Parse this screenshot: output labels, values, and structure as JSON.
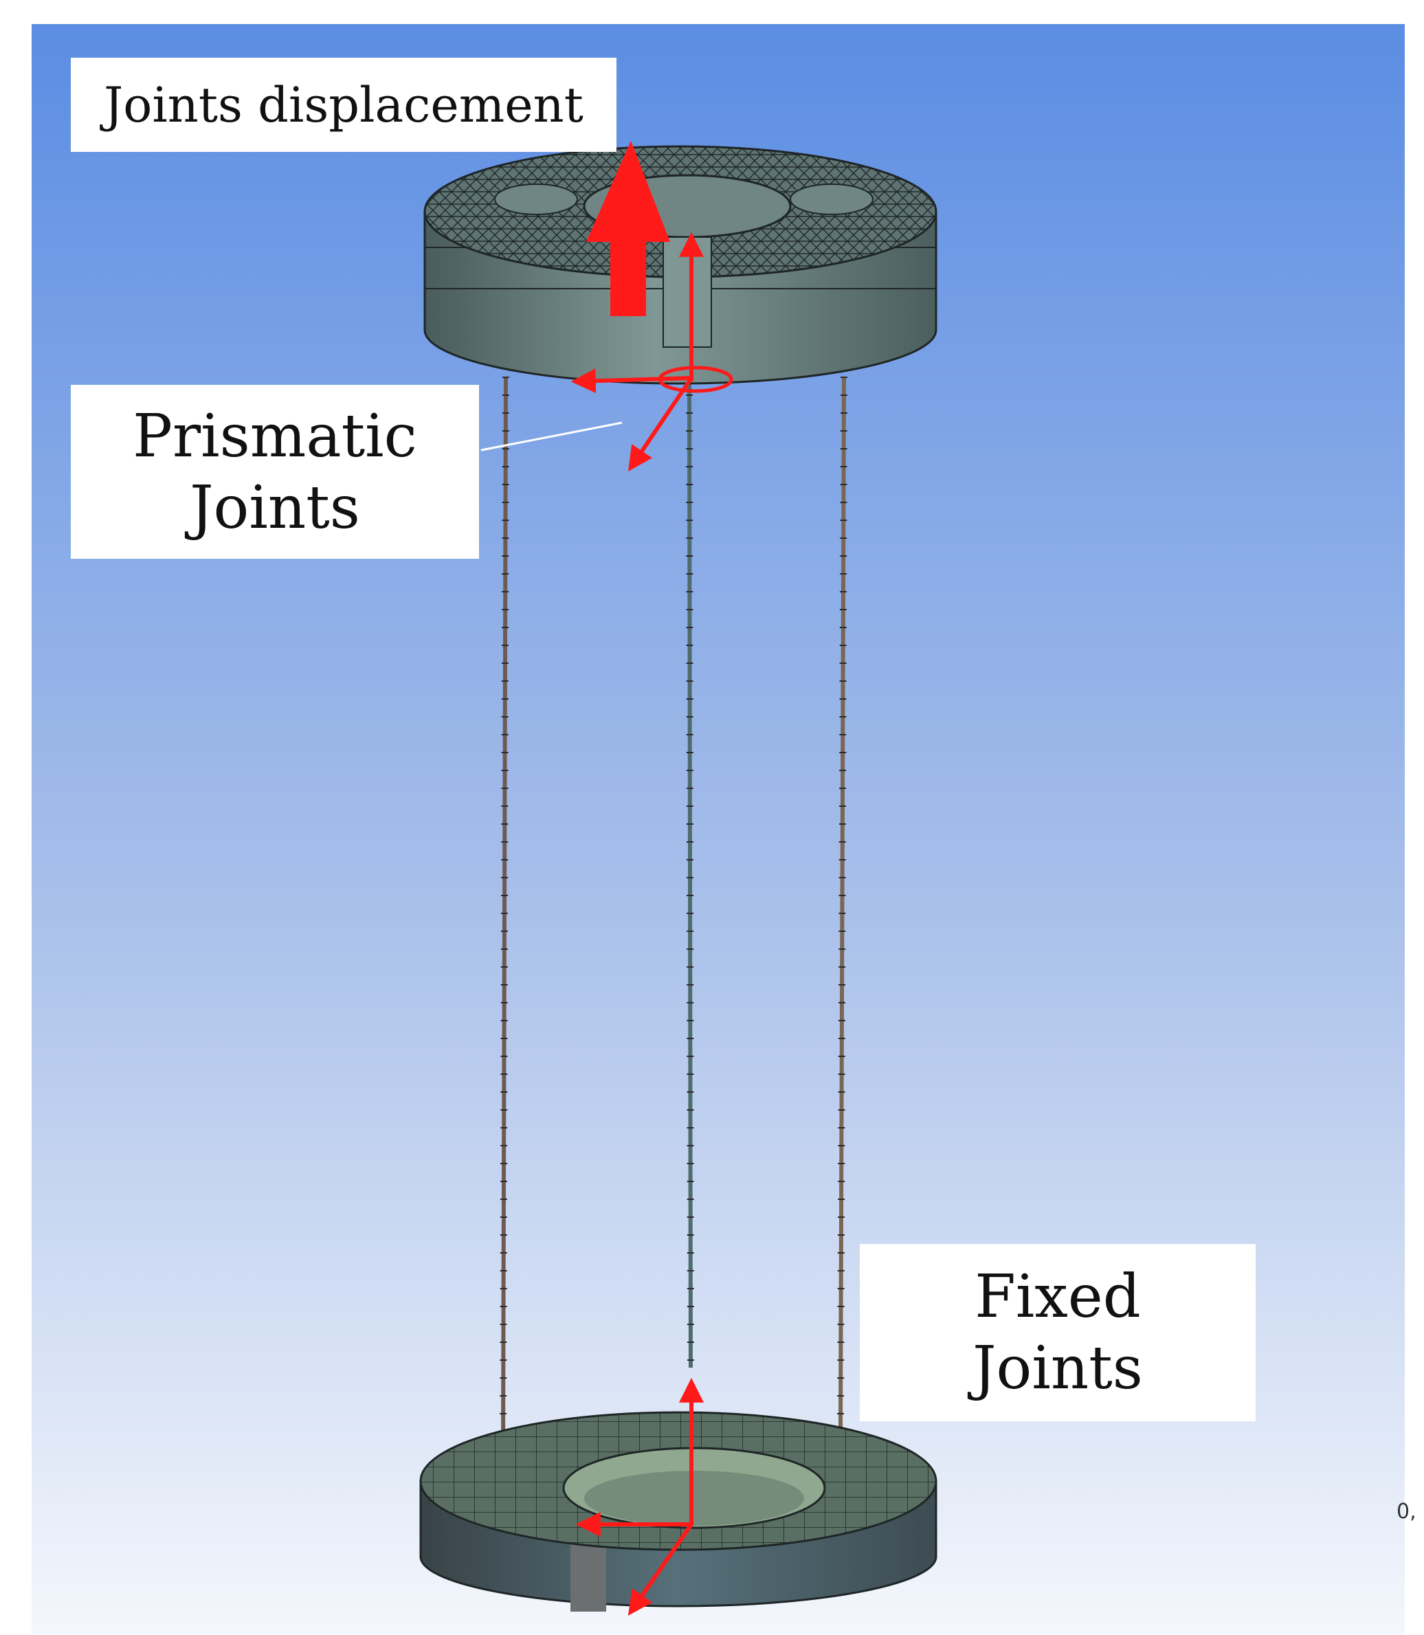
{
  "labels": {
    "joints_displacement": "Joints displacement",
    "prismatic_line1": "Prismatic",
    "prismatic_line2": "Joints",
    "fixed_line1": "Fixed",
    "fixed_line2": "Joints",
    "corner_mark": "0,"
  },
  "colors": {
    "sky_top": "#5b8de3",
    "sky_bottom": "#f2f5fb",
    "mesh_fill": "#5d7270",
    "mesh_fill_dark": "#3c4a4c",
    "mesh_line": "#1e2526",
    "arrow_red": "#ff1a1a",
    "cable": "#6f5a52"
  },
  "icons": [
    "displacement-arrow-icon",
    "coordinate-axes-icon"
  ]
}
